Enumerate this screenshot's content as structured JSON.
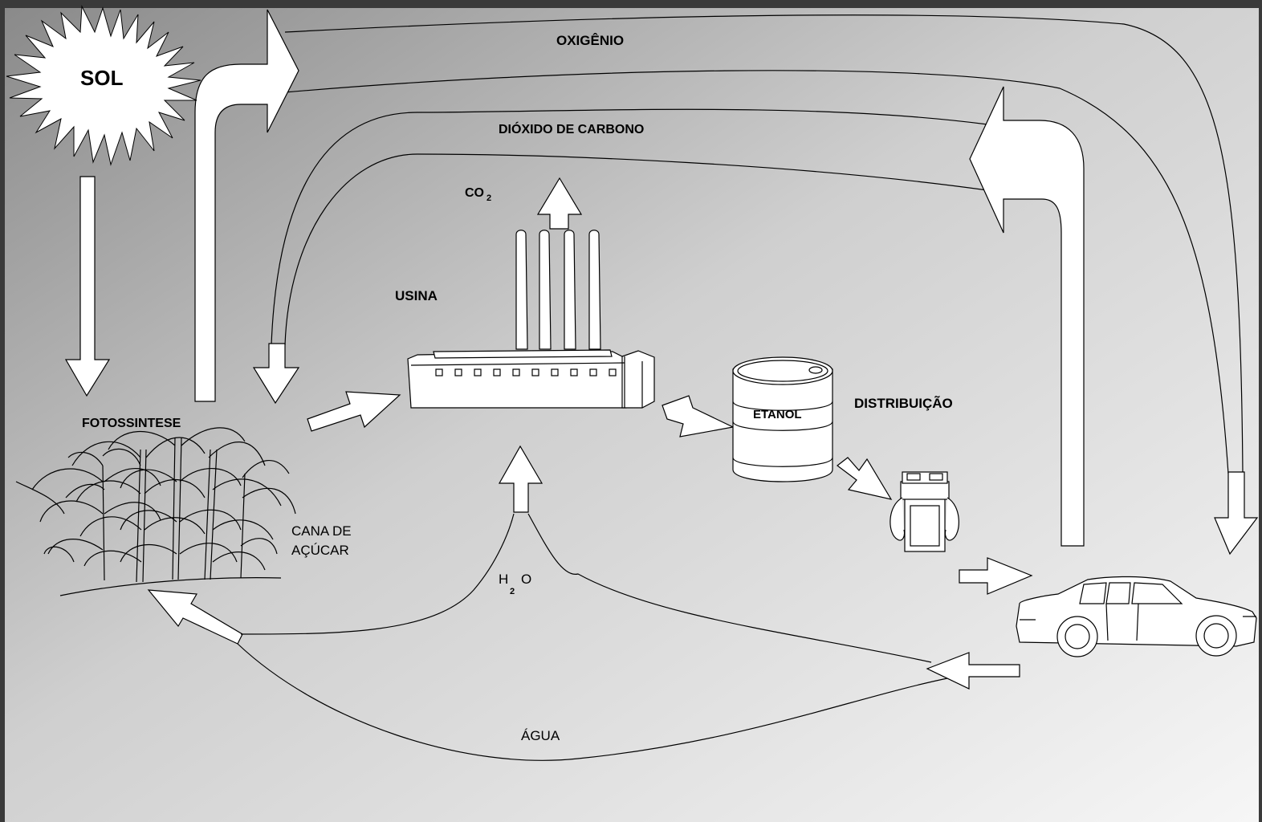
{
  "labels": {
    "sun": "SOL",
    "oxygen": "OXIGÊNIO",
    "carbon_dioxide": "DIÓXIDO DE CARBONO",
    "co2_main": "CO",
    "co2_sub": "2",
    "plant_factory": "USINA",
    "photosynthesis": "FOTOSSINTESE",
    "sugarcane_line1": "CANA DE",
    "sugarcane_line2": "AÇÚCAR",
    "ethanol": "ETANOL",
    "distribution": "DISTRIBUIÇÃO",
    "h2o_h": "H",
    "h2o_sub": "2",
    "h2o_o": "O",
    "water": "ÁGUA"
  },
  "colors": {
    "background_dark": "#8a8a8a",
    "background_light": "#f4f4f4",
    "line": "#000000",
    "fill": "#ffffff"
  }
}
